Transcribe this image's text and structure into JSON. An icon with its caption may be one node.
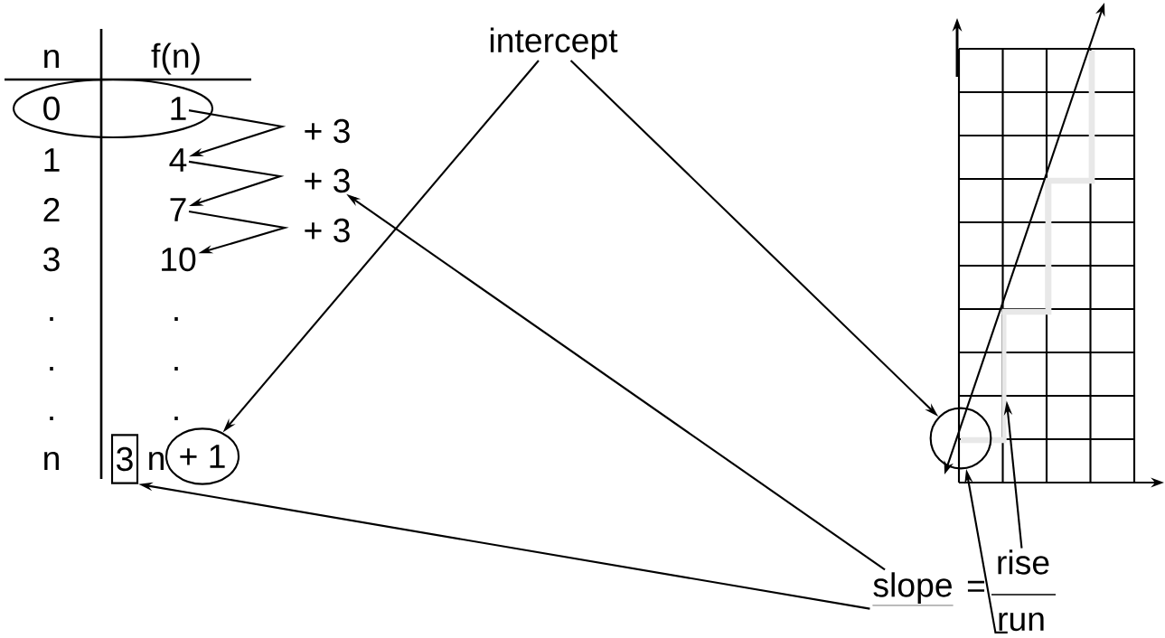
{
  "diagram": {
    "nodes": [
      {
        "text": [
          "1"
        ]
      },
      {
        "text": [
          "4"
        ]
      },
      {
        "text": [
          "7"
        ]
      },
      {
        "text": [
          "10"
        ]
      },
      {
        "text": [
          "+ 3"
        ]
      },
      {
        "text": [
          "+ 3"
        ]
      },
      {
        "text": [
          "+ 3"
        ]
      },
      {
        "text": [
          "3"
        ]
      },
      {
        "text": [
          "+ 1"
        ]
      },
      {
        "text": [
          "intercept"
        ]
      },
      {
        "text": [],
        "shape": "circle"
      },
      {
        "text": [
          "slope"
        ]
      },
      {
        "text": [
          "rise"
        ]
      },
      {
        "text": [
          "run"
        ]
      },
      {
        "text": [],
        "shape": "bar"
      }
    ],
    "edges": [
      {
        "from": 0,
        "to": 1,
        "arrow": "to"
      },
      {
        "from": 1,
        "to": 2,
        "arrow": "to"
      },
      {
        "from": 2,
        "to": 3,
        "arrow": "to"
      },
      {
        "from": 9,
        "to": 8,
        "arrow": "to"
      },
      {
        "from": 9,
        "to": 10,
        "arrow": "to"
      },
      {
        "from": 11,
        "to": 7,
        "arrow": "to"
      },
      {
        "from": 11,
        "to": 5,
        "arrow": "to"
      },
      {
        "from": 12,
        "to": 14,
        "arrow": "to"
      },
      {
        "from": 13,
        "to": 10,
        "arrow": "to"
      }
    ],
    "labels": [
      "n",
      "f(n)",
      "0",
      "1",
      "2",
      "3",
      ".",
      ".",
      ".",
      ".",
      ".",
      ".",
      "n",
      "n",
      "="
    ]
  }
}
